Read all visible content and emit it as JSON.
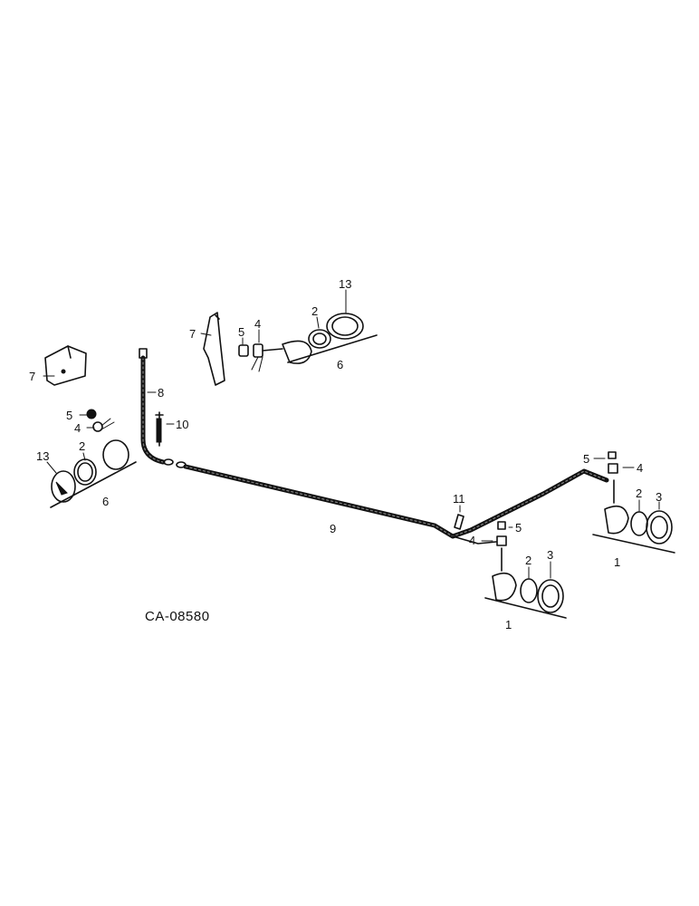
{
  "diagram_id": "CA-08580",
  "callouts": {
    "n1": "1",
    "n2": "2",
    "n3": "3",
    "n4": "4",
    "n5": "5",
    "n6": "6",
    "n7": "7",
    "n8": "8",
    "n9": "9",
    "n10": "10",
    "n11": "11",
    "n13": "13"
  },
  "colors": {
    "ink": "#111111",
    "paper": "#ffffff"
  }
}
